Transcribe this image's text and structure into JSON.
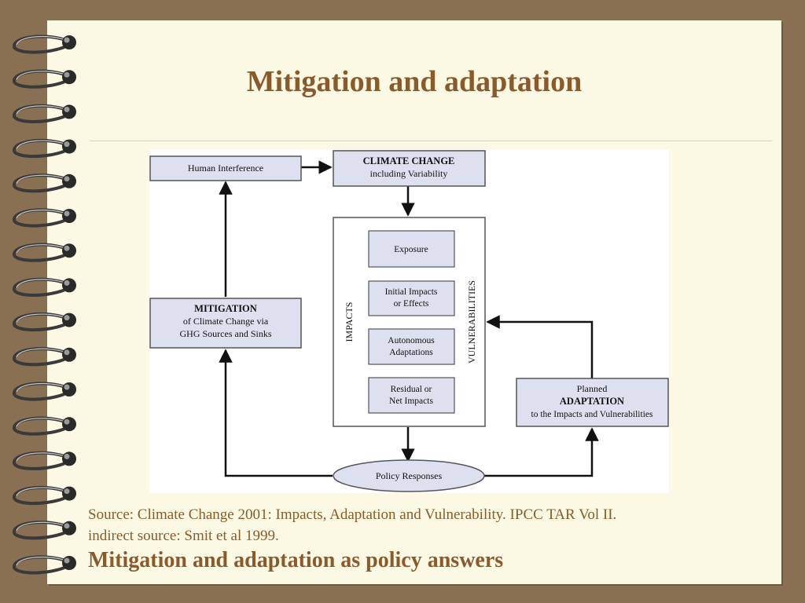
{
  "slide": {
    "title": "Mitigation and adaptation",
    "source_line_1": "Source: Climate Change 2001: Impacts, Adaptation and Vulnerability. IPCC TAR Vol II.",
    "source_line_2": "indirect source: Smit et al 1999.",
    "subtitle": "Mitigation and adaptation as policy answers"
  },
  "diagram": {
    "human_interference": "Human Interference",
    "climate_change_title": "CLIMATE CHANGE",
    "climate_change_sub": "including Variability",
    "exposure": "Exposure",
    "initial_impacts_1": "Initial Impacts",
    "initial_impacts_2": "or Effects",
    "autonomous_1": "Autonomous",
    "autonomous_2": "Adaptations",
    "residual_1": "Residual or",
    "residual_2": "Net Impacts",
    "impacts_label": "IMPACTS",
    "vulnerabilities_label": "VULNERABILITIES",
    "mitigation_title": "MITIGATION",
    "mitigation_line2": "of Climate Change via",
    "mitigation_line3": "GHG Sources and Sinks",
    "planned": "Planned",
    "adaptation_title": "ADAPTATION",
    "adaptation_sub": "to the Impacts and Vulnerabilities",
    "policy_responses": "Policy Responses"
  },
  "colors": {
    "page_background": "#fbf9e4",
    "frame": "#8a7052",
    "title_text": "#8b5a2b",
    "box_fill": "#dde0ef",
    "box_stroke": "#555555"
  },
  "icons": {
    "binding": "spiral-binding-rings"
  }
}
